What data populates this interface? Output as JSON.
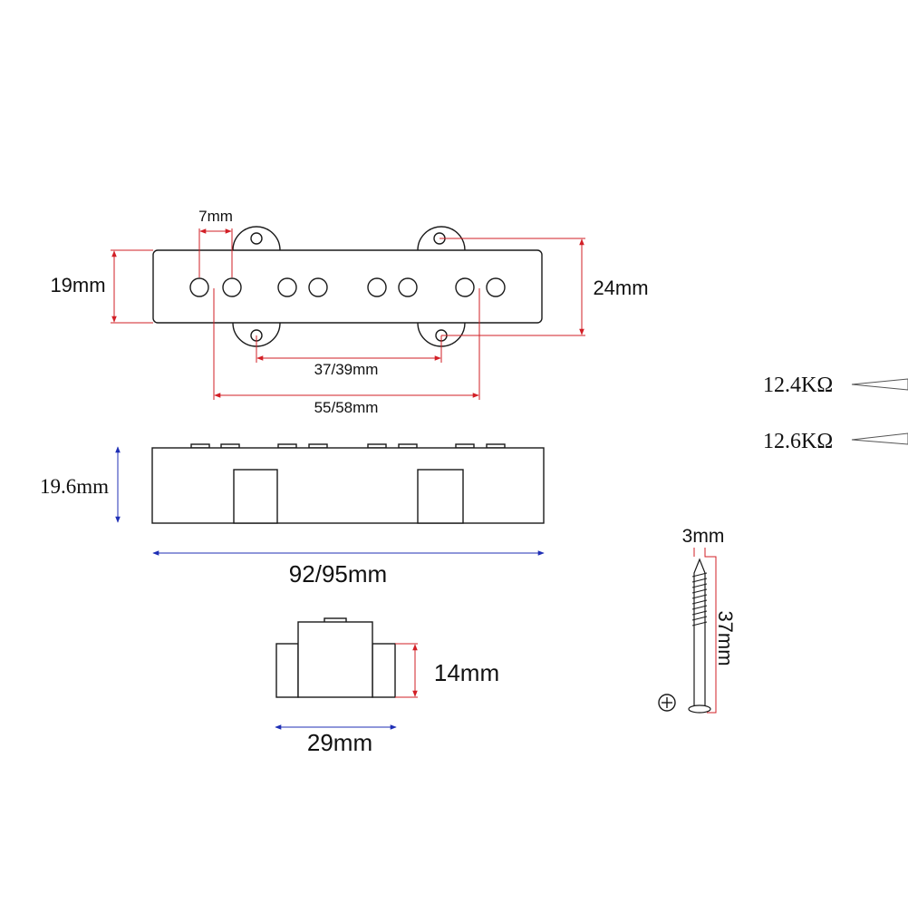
{
  "dimensions": {
    "pole_spacing": "7mm",
    "body_width": "19mm",
    "mount_width": "24mm",
    "inner_mount_spacing": "37/39mm",
    "outer_mount_spacing": "55/58mm",
    "body_height": "19.6mm",
    "body_length": "92/95mm",
    "side_height": "14mm",
    "side_width": "29mm",
    "screw_diameter": "3mm",
    "screw_length": "37mm"
  },
  "resistance": {
    "neck": "12.4KΩ",
    "bridge": "12.6KΩ"
  },
  "colors": {
    "outline": "#1a1a1a",
    "red_dim": "#d21f26",
    "blue_dim": "#1f2fb5",
    "text": "#111111"
  }
}
